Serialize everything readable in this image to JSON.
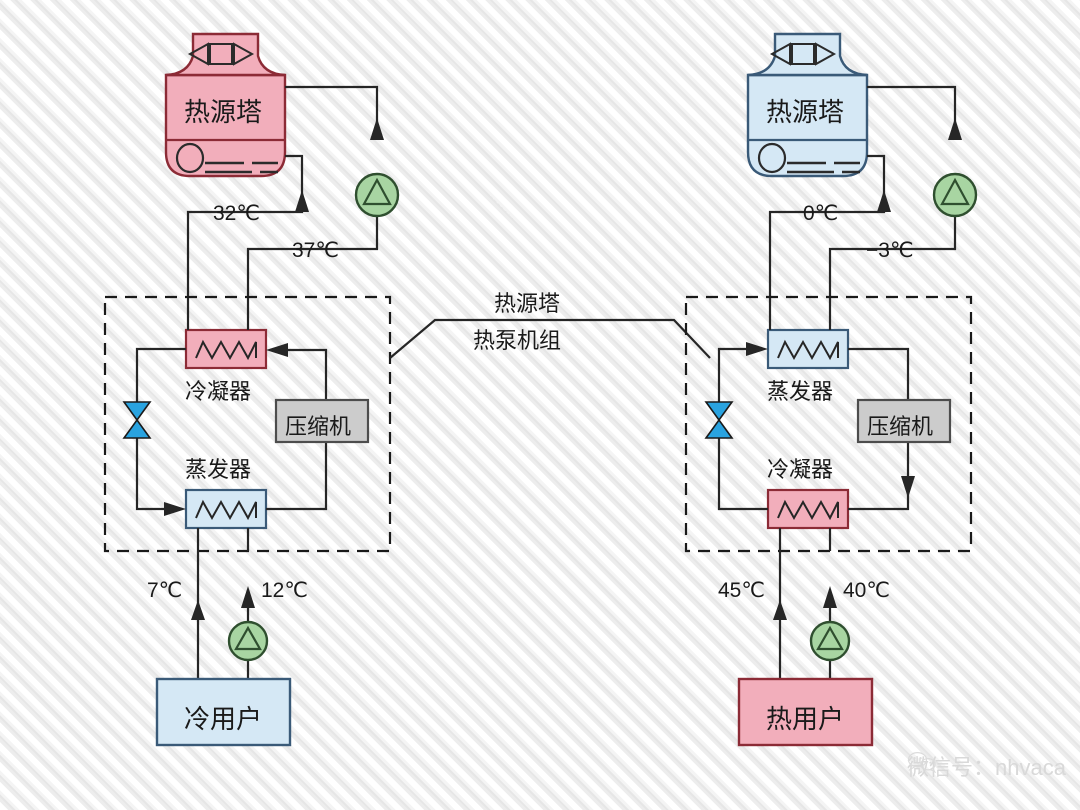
{
  "diagram": {
    "title_center": {
      "line1": "热源塔",
      "line2": "热泵机组"
    },
    "colors": {
      "hot": "#f2aebb",
      "hot_stroke": "#8c2b36",
      "cold": "#d5e8f5",
      "cold_stroke": "#3a5a78",
      "pump": "#a8d5a2",
      "pump_stroke": "#2f4f2f",
      "valve": "#29a3e0",
      "line": "#262626",
      "compressor": "#cccccc",
      "compressor_stroke": "#4d4d4d"
    },
    "left": {
      "tower_label": "热源塔",
      "tower_mode": "hot",
      "supply_temp": "32℃",
      "return_temp": "37℃",
      "upper_hx_label": "冷凝器",
      "upper_hx_mode": "hot",
      "lower_hx_label": "蒸发器",
      "lower_hx_mode": "cold",
      "compressor_label": "压缩机",
      "user_supply_temp": "7℃",
      "user_return_temp": "12℃",
      "user_label": "冷用户",
      "user_mode": "cold"
    },
    "right": {
      "tower_label": "热源塔",
      "tower_mode": "cold",
      "supply_temp": "0℃",
      "return_temp": "−3℃",
      "upper_hx_label": "蒸发器",
      "upper_hx_mode": "cold",
      "lower_hx_label": "冷凝器",
      "lower_hx_mode": "hot",
      "compressor_label": "压缩机",
      "user_supply_temp": "45℃",
      "user_return_temp": "40℃",
      "user_label": "热用户",
      "user_mode": "hot"
    },
    "watermark": {
      "text": "微信号：nhvaca",
      "icon": "wechat-icon"
    }
  }
}
